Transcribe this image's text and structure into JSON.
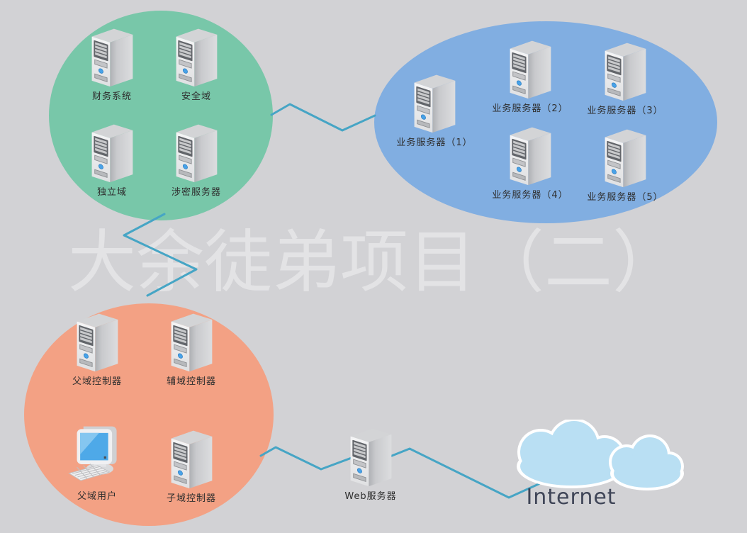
{
  "watermark": "大余徒弟项目（二）",
  "zones": {
    "secure": {
      "color": "#78c7a9",
      "nodes": [
        {
          "label": "财务系统"
        },
        {
          "label": "安全域"
        },
        {
          "label": "独立域"
        },
        {
          "label": "涉密服务器"
        }
      ]
    },
    "business": {
      "color": "#81aee1",
      "nodes": [
        {
          "label": "业务服务器（1）"
        },
        {
          "label": "业务服务器（2）"
        },
        {
          "label": "业务服务器（3）"
        },
        {
          "label": "业务服务器（4）"
        },
        {
          "label": "业务服务器（5）"
        }
      ]
    },
    "domain": {
      "color": "#f3a184",
      "nodes": [
        {
          "label": "父域控制器"
        },
        {
          "label": "辅域控制器"
        },
        {
          "label": "父域用户"
        },
        {
          "label": "子域控制器"
        }
      ]
    }
  },
  "web_server": {
    "label": "Web服务器"
  },
  "internet": {
    "label": "Internet"
  },
  "connections": [
    {
      "from": "secure-zone",
      "to": "business-zone"
    },
    {
      "from": "secure-zone",
      "to": "domain-zone"
    },
    {
      "from": "domain-zone",
      "to": "web-server"
    },
    {
      "from": "web-server",
      "to": "internet-cloud"
    }
  ],
  "colors": {
    "background": "#d2d2d5",
    "connection_line": "#46a5c5",
    "cloud": "#b9dff3",
    "label_text": "#2e2e2e",
    "internet_text": "#3f4557",
    "server_led": "#48a2e8"
  }
}
